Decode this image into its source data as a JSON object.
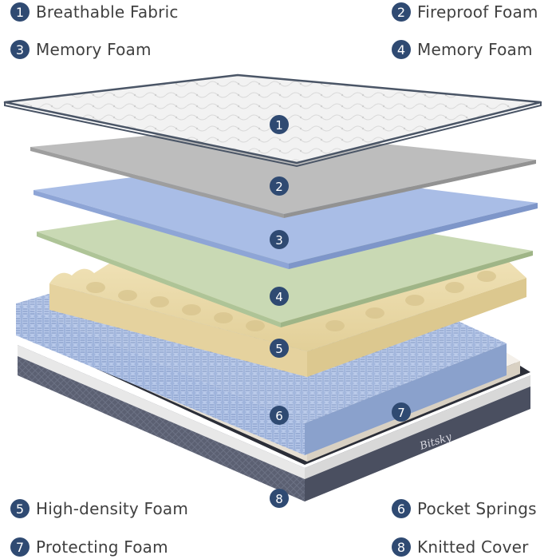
{
  "legend": [
    {
      "num": "1",
      "label": "Breathable Fabric"
    },
    {
      "num": "2",
      "label": "Fireproof Foam"
    },
    {
      "num": "3",
      "label": "Memory Foam"
    },
    {
      "num": "4",
      "label": "Memory Foam"
    },
    {
      "num": "5",
      "label": "High-density Foam"
    },
    {
      "num": "6",
      "label": "Pocket Springs"
    },
    {
      "num": "7",
      "label": "Protecting Foam"
    },
    {
      "num": "8",
      "label": "Knitted Cover"
    }
  ],
  "layers": [
    {
      "num": "1",
      "color": "#f2f2f2",
      "edge": "#4a5566"
    },
    {
      "num": "2",
      "color": "#bdbdbd"
    },
    {
      "num": "3",
      "color": "#a9bde6"
    },
    {
      "num": "4",
      "color": "#c9d9b4"
    },
    {
      "num": "5",
      "color": "#ead9a8"
    },
    {
      "num": "6",
      "color": "#9fb4dc"
    },
    {
      "num": "7",
      "color": "#ece6dc"
    },
    {
      "num": "8",
      "color": "#55596a"
    }
  ],
  "brand_logo": "Bitsky",
  "colors": {
    "badge": "#2f4a72",
    "text": "#404040"
  }
}
